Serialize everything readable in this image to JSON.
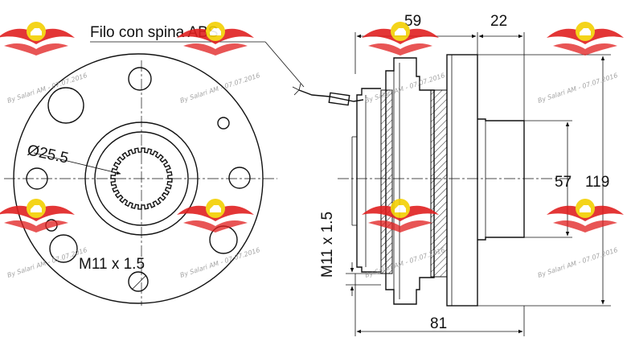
{
  "labels": {
    "abs_connector": "Filo con spina ABS",
    "bore_diameter": "Ø25.5",
    "thread_front": "M11 x 1.5",
    "thread_side": "M11 x 1.5",
    "dim_59": "59",
    "dim_22": "22",
    "dim_57": "57",
    "dim_119": "119",
    "dim_81": "81"
  },
  "watermark": {
    "text": "By Salari AM - 07.07.2016",
    "brand_color": "#e02020",
    "badge_color": "#f3d000"
  }
}
